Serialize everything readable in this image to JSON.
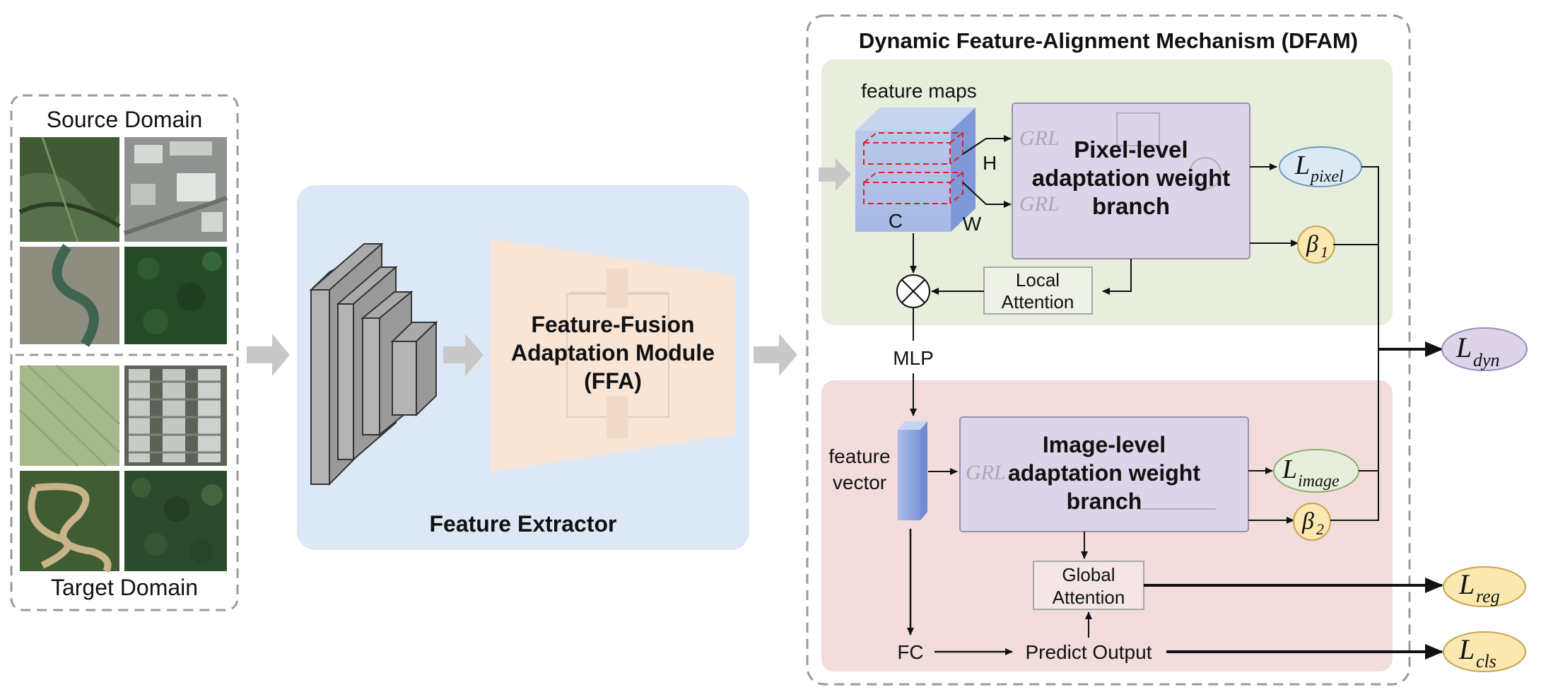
{
  "source_panel": {
    "title": "Source Domain"
  },
  "target_panel": {
    "title": "Target Domain"
  },
  "feature_extractor": {
    "title": "Feature Extractor",
    "ffa_line1": "Feature-Fusion",
    "ffa_line2": "Adaptation Module",
    "ffa_line3": "(FFA)"
  },
  "dfam": {
    "title": "Dynamic Feature-Alignment Mechanism (DFAM)",
    "feature_maps_label": "feature maps",
    "dim_h": "H",
    "dim_c": "C",
    "dim_w": "W",
    "grl": "GRL",
    "pixel_branch_line1": "Pixel-level",
    "pixel_branch_line2": "adaptation weight",
    "pixel_branch_line3": "branch",
    "local_attention_line1": "Local",
    "local_attention_line2": "Attention",
    "mlp": "MLP",
    "feature_vector_line1": "feature",
    "feature_vector_line2": "vector",
    "image_branch_line1": "Image-level",
    "image_branch_line2": "adaptation weight",
    "image_branch_line3": "branch",
    "global_attention_line1": "Global",
    "global_attention_line2": "Attention",
    "fc": "FC",
    "predict_output": "Predict Output"
  },
  "losses": {
    "pixel": {
      "main": "L",
      "sub": "pixel"
    },
    "image": {
      "main": "L",
      "sub": "image"
    },
    "beta1": {
      "main": "β",
      "sub": "1"
    },
    "beta2": {
      "main": "β",
      "sub": "2"
    },
    "dyn": {
      "main": "L",
      "sub": "dyn"
    },
    "reg": {
      "main": "L",
      "sub": "reg"
    },
    "cls": {
      "main": "L",
      "sub": "cls"
    }
  },
  "colors": {
    "extractor_bg": "#dde8f6",
    "ffa_bg": "#f9e5d6",
    "pixel_region_bg": "#e8eedc",
    "image_region_bg": "#f2dcdc",
    "branch_box": "#dcd4e8",
    "loss_blue": "#dbe9f4",
    "loss_yellow": "#fbe7b0",
    "loss_purple": "#ddd4ea",
    "arrow_gray": "#c8c8c8"
  }
}
